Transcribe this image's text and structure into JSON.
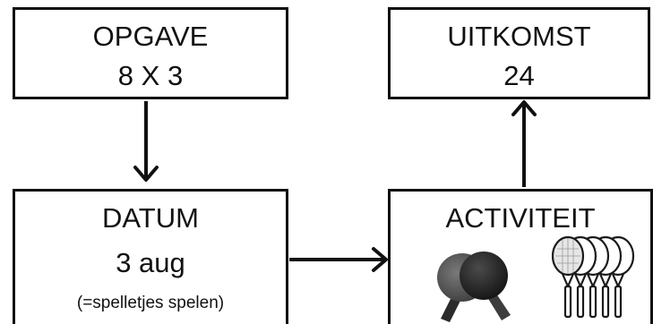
{
  "boxes": {
    "opgave": {
      "title": "OPGAVE",
      "value": "8 X 3"
    },
    "uitkomst": {
      "title": "UITKOMST",
      "value": "24"
    },
    "datum": {
      "title": "DATUM",
      "value": "3 aug",
      "note": "(=spelletjes spelen)"
    },
    "activiteit": {
      "title": "ACTIVITEIT"
    }
  },
  "icons": [
    "ping-pong-paddles-icon",
    "tennis-rackets-icon"
  ],
  "colors": {
    "stroke": "#111111",
    "background": "#ffffff"
  }
}
